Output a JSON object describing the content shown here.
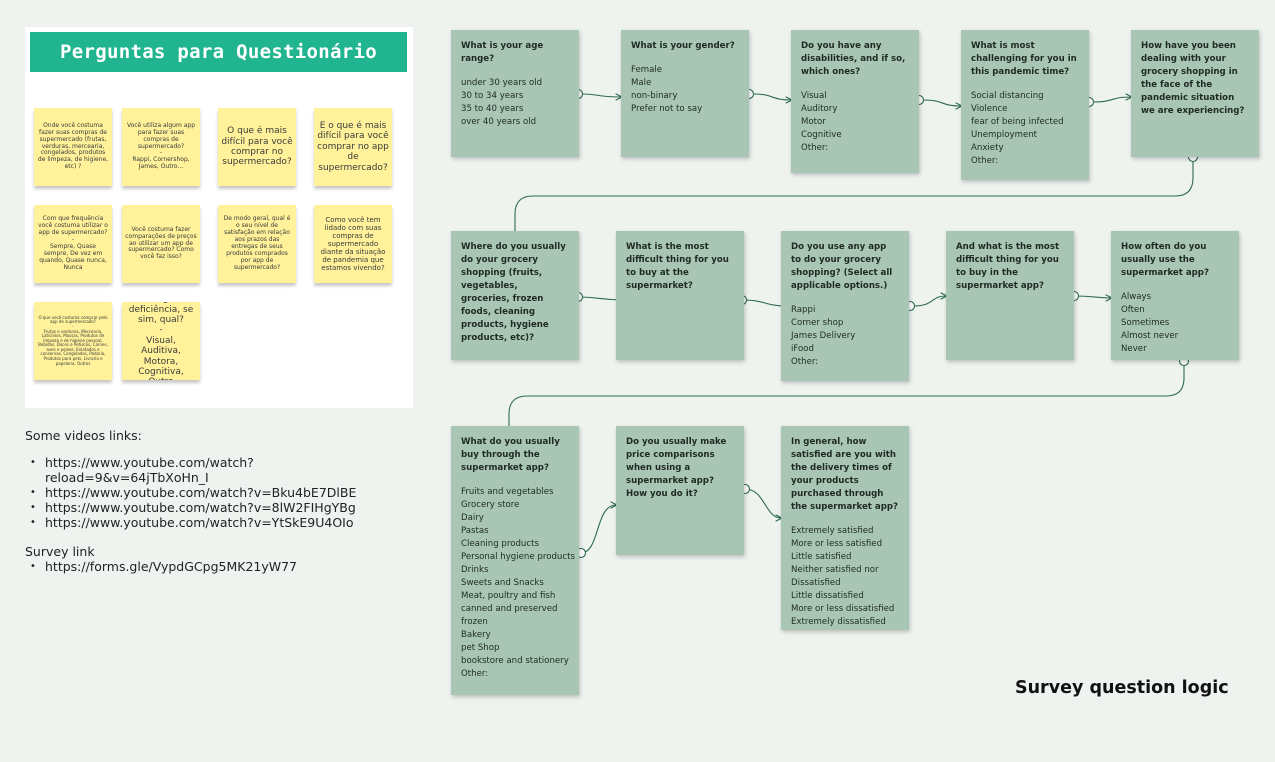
{
  "board": {
    "title": "Perguntas para Questionário",
    "notes": [
      "Onde você costuma fazer suas compras de supermercado (frutas, verduras, mercearia, congelados, produtos de limpeza, de higiene, etc) ?",
      "Você utiliza algum app para fazer suas compras de supermercado?\n-\nRappi, Cornershop, James, Outro...",
      "O que é mais difícil para você comprar no supermercado?",
      "E o que é mais difícil para você comprar no app de supermercado?",
      "Com que frequência você costuma utilizar o app de supermercado?\n-\nSempre, Quase sempre, De vez em quando, Quase nunca, Nunca",
      "Você costuma fazer comparações de preços ao utilizar um app de supermercado? Como você faz isso?",
      "De modo geral, qual é o seu nível de satisfação em relação aos prazos das entregas de seus produtos comprados por app de supermercado?",
      "Como você tem lidado com suas compras de supermercado diante da situação de pandemia que estamos vivendo?",
      "O que você costuma comprar pelo app de supermercado?\n-\nFrutas e verduras, Mercearia, Laticínios, Massas, Produtos de limpeza e de higiene pessoal, Bebidas, Doces e Petiscos, Carnes, aves e peixes, Enlatados e conservas, Congelados, Padaria, Produtos para pets, Livraria e papelaria, Outros",
      "Tem alguma deficiência, se sim, qual?\n-\nVisual, Auditiva, Motora, Cognitiva, Outra"
    ]
  },
  "links": {
    "videos_heading": "Some videos links:",
    "videos": [
      "https://www.youtube.com/watch?\nreload=9&v=64jTbXoHn_I",
      "https://www.youtube.com/watch?v=Bku4bE7DlBE",
      "https://www.youtube.com/watch?v=8lW2FIHgYBg",
      "https://www.youtube.com/watch?v=YtSkE9U4OIo"
    ],
    "survey_heading": "Survey link",
    "survey": [
      "https://forms.gle/VypdGCpg5MK21yW77"
    ]
  },
  "flow": {
    "title": "Survey question logic",
    "cards": [
      {
        "question": "What is your age range?",
        "options": [
          "under 30 years old",
          "30 to 34 years",
          "35 to 40 years",
          "over 40 years old"
        ]
      },
      {
        "question": "What is your gender?",
        "options": [
          "Female",
          "Male",
          "non-binary",
          "Prefer not to say"
        ]
      },
      {
        "question": "Do you have any disabilities, and if so, which ones?",
        "options": [
          "Visual",
          "Auditory",
          "Motor",
          "Cognitive",
          "Other:"
        ]
      },
      {
        "question": "What is most challenging for you in this pandemic time?",
        "options": [
          "Social distancing",
          "Violence",
          "fear of being infected",
          "Unemployment",
          "Anxiety",
          "Other:"
        ]
      },
      {
        "question": "How have you been dealing with your grocery shopping in the face of the pandemic situation we are experiencing?",
        "options": []
      },
      {
        "question": "Where do you usually do your grocery shopping (fruits, vegetables, groceries, frozen foods, cleaning products, hygiene products, etc)?",
        "options": []
      },
      {
        "question": "What is the most difficult thing for you to buy at the supermarket?",
        "options": []
      },
      {
        "question": "Do you use any app to do your grocery shopping? (Select all applicable options.)",
        "options": [
          "Rappi",
          "Corner shop",
          "James Delivery",
          "iFood",
          "Other:"
        ]
      },
      {
        "question": "And what is the most difficult thing for you to buy in the supermarket app?",
        "options": []
      },
      {
        "question": "How often do you usually use the supermarket app?",
        "options": [
          "Always",
          "Often",
          "Sometimes",
          "Almost never",
          "Never"
        ]
      },
      {
        "question": "What do you usually buy through the supermarket app?",
        "options": [
          "Fruits and vegetables",
          "Grocery store",
          "Dairy",
          "Pastas",
          "Cleaning products",
          "Personal hygiene products",
          "Drinks",
          "Sweets and Snacks",
          "Meat, poultry and fish",
          "canned and preserved",
          "frozen",
          "Bakery",
          "pet Shop",
          "bookstore and stationery",
          "Other:"
        ]
      },
      {
        "question": "Do you usually make price comparisons when using a supermarket app? How you do it?",
        "options": []
      },
      {
        "question": "In general, how satisfied are you with the delivery times of your products purchased through the supermarket app?",
        "options": [
          "Extremely satisfied",
          "More or less satisfied",
          "Little satisfied",
          "Neither satisfied nor",
          "Dissatisfied",
          "Little dissatisfied",
          "More or less dissatisfied",
          "Extremely dissatisfied"
        ]
      }
    ]
  },
  "colors": {
    "board_title_bg": "#21b58f",
    "sticky_note": "#fff29a",
    "card_bg": "#a9c6b5",
    "connector": "#2e6b4f",
    "background": "#eef3ef"
  }
}
